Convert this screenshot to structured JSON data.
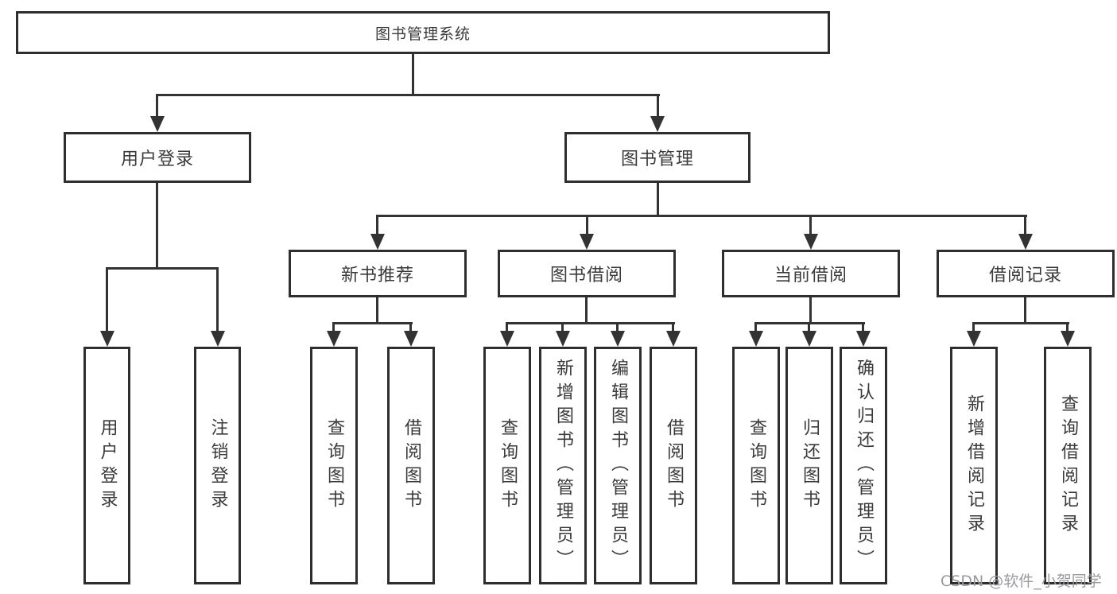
{
  "nodes": {
    "root": {
      "label": "图书管理系统"
    },
    "branches": [
      {
        "label": "用户登录"
      },
      {
        "label": "图书管理"
      }
    ],
    "modules": [
      {
        "label": "新书推荐",
        "parent": "图书管理"
      },
      {
        "label": "图书借阅",
        "parent": "图书管理"
      },
      {
        "label": "当前借阅",
        "parent": "图书管理"
      },
      {
        "label": "借阅记录",
        "parent": "图书管理"
      }
    ],
    "leaves": [
      {
        "label": "用户登录",
        "parent": "用户登录"
      },
      {
        "label": "注销登录",
        "parent": "用户登录"
      },
      {
        "label": "查询图书",
        "parent": "新书推荐"
      },
      {
        "label": "借阅图书",
        "parent": "新书推荐"
      },
      {
        "label": "查询图书",
        "parent": "图书借阅"
      },
      {
        "label": "新增图书（管理员）",
        "parent": "图书借阅"
      },
      {
        "label": "编辑图书（管理员）",
        "parent": "图书借阅"
      },
      {
        "label": "借阅图书",
        "parent": "图书借阅"
      },
      {
        "label": "查询图书",
        "parent": "当前借阅"
      },
      {
        "label": "归还图书",
        "parent": "当前借阅"
      },
      {
        "label": "确认归还（管理员）",
        "parent": "当前借阅"
      },
      {
        "label": "新增借阅记录",
        "parent": "借阅记录"
      },
      {
        "label": "查询借阅记录",
        "parent": "借阅记录"
      }
    ]
  },
  "watermark": {
    "text": "CSDN @软件_小贺同学",
    "color": "#9b9b9f"
  },
  "colors": {
    "background": "#ffffff",
    "line": "#333333",
    "box_border": "#2e2e2e",
    "text": "#3a3a3a"
  }
}
